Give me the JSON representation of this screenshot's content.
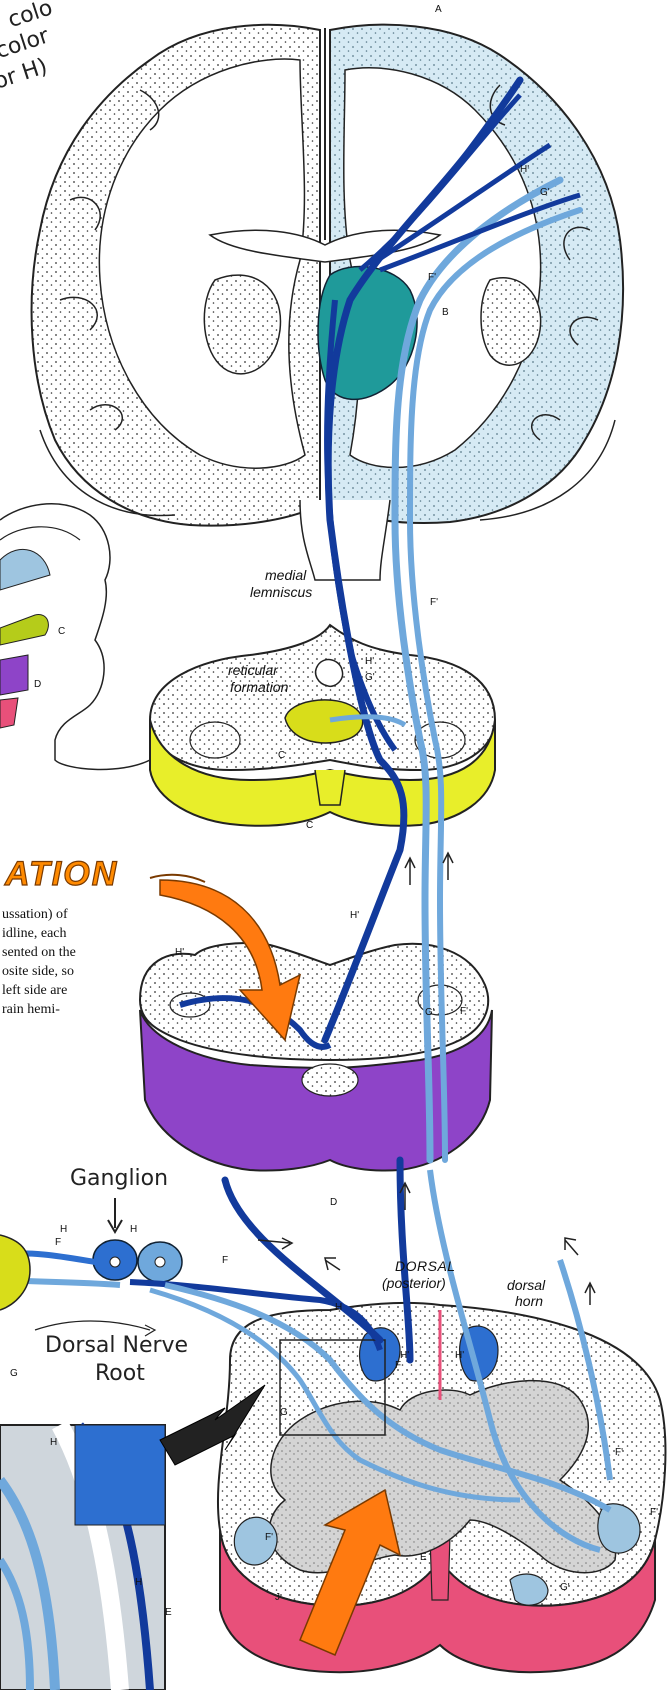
{
  "corner_note": {
    "lines": [
      "colo",
      "color",
      "or H)"
    ]
  },
  "labels": {
    "medial_lemniscus_1": "medial",
    "medial_lemniscus_2": "lemniscus",
    "reticular_1": "reticular",
    "reticular_2": "formation",
    "dorsal_1": "DORSAL",
    "dorsal_2": "(posterior)",
    "dorsal_horn_1": "dorsal",
    "dorsal_horn_2": "horn",
    "ganglion": "Ganglion",
    "dorsal_nerve_root_1": "Dorsal Nerve",
    "dorsal_nerve_root_2": "Root"
  },
  "letters": {
    "A": "A",
    "B": "B",
    "C": "C",
    "D": "D",
    "E": "E",
    "F": "F",
    "G": "G",
    "H": "H",
    "J": "J",
    "F1": "F'",
    "G1": "G'",
    "H1": "H'"
  },
  "section_title": "ATION",
  "body_text": [
    "ussation) of",
    "idline, each",
    "sented on the",
    "osite side, so",
    "left side are",
    "rain hemi-"
  ],
  "colors": {
    "A_cortex": "#d6eaf4",
    "B_thalamus": "#1f9a9a",
    "C_pons": "#e8ee2a",
    "D_medulla": "#8e44c8",
    "E_spinal": "#e8507a",
    "arrow": "#ff7a10",
    "dark_tract": "#123a9c",
    "light_tract": "#6fa8dc",
    "grey_matter": "#d4d4d4"
  }
}
